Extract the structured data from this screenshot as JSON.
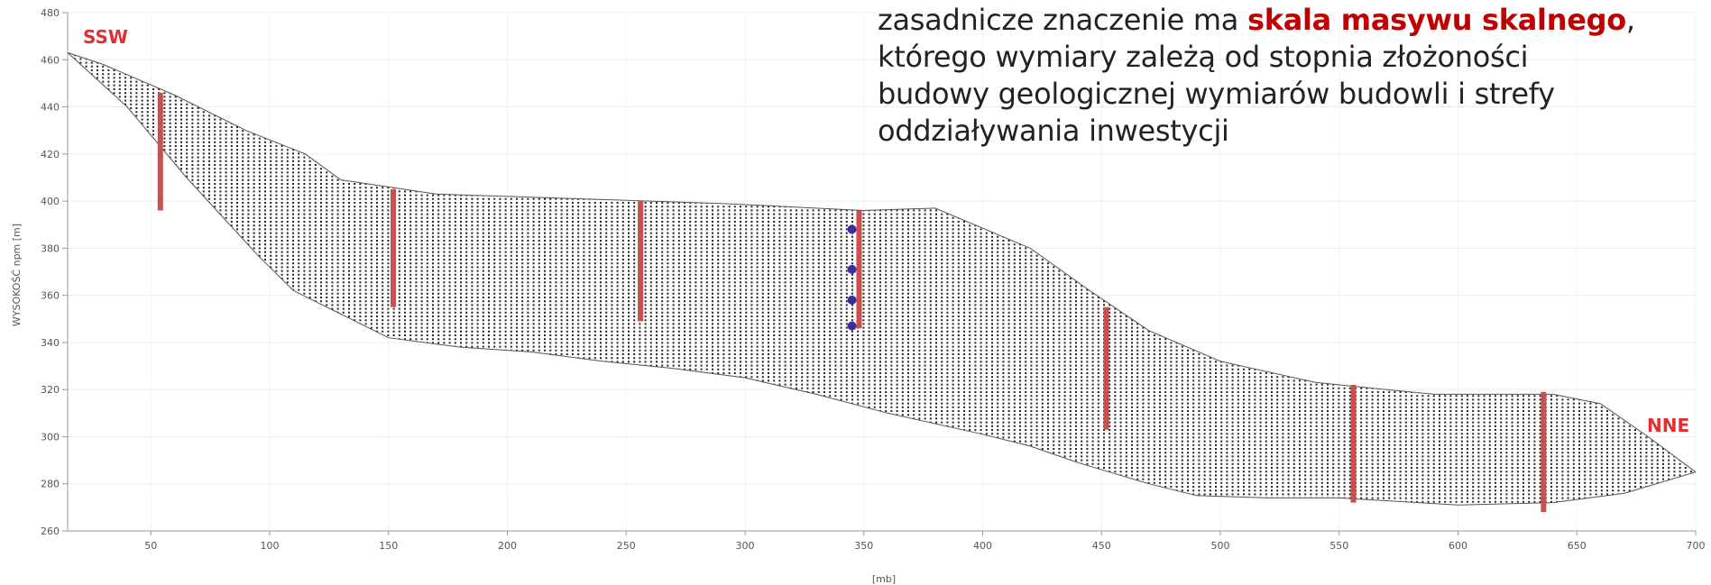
{
  "note": {
    "line1_before": "zasadnicze znaczenie ma ",
    "line1_highlight": "skala masywu skalnego",
    "line1_after": ",",
    "line2": "którego wymiary zależą  od stopnia złożoności",
    "line3": "budowy geologicznej wymiarów budowli i strefy",
    "line4": "oddziaływania inwestycji",
    "highlight_color": "#c00000"
  },
  "chart_data": {
    "type": "area",
    "xlabel": "[mb]",
    "ylabel": "WYSOKOŚĆ npm [m]",
    "xlim": [
      15,
      700
    ],
    "ylim": [
      260,
      480
    ],
    "xticks": [
      50,
      100,
      150,
      200,
      250,
      300,
      350,
      400,
      450,
      500,
      550,
      600,
      650,
      700
    ],
    "yticks": [
      260,
      280,
      300,
      320,
      340,
      360,
      380,
      400,
      420,
      440,
      460,
      480
    ],
    "grid": true,
    "left_label": "SSW",
    "right_label": "NNE",
    "label_color": "#e03030",
    "upper_boundary": [
      [
        15,
        463
      ],
      [
        30,
        458
      ],
      [
        60,
        445
      ],
      [
        90,
        430
      ],
      [
        115,
        420
      ],
      [
        130,
        409
      ],
      [
        150,
        406
      ],
      [
        170,
        403
      ],
      [
        200,
        402
      ],
      [
        230,
        401
      ],
      [
        260,
        400
      ],
      [
        290,
        399
      ],
      [
        310,
        398
      ],
      [
        350,
        396
      ],
      [
        380,
        397
      ],
      [
        420,
        380
      ],
      [
        445,
        362
      ],
      [
        470,
        345
      ],
      [
        500,
        332
      ],
      [
        540,
        323
      ],
      [
        570,
        320
      ],
      [
        590,
        318
      ],
      [
        610,
        318
      ],
      [
        640,
        318
      ],
      [
        660,
        314
      ],
      [
        680,
        300
      ],
      [
        700,
        285
      ]
    ],
    "lower_boundary": [
      [
        15,
        463
      ],
      [
        40,
        440
      ],
      [
        65,
        410
      ],
      [
        95,
        377
      ],
      [
        110,
        362
      ],
      [
        130,
        352
      ],
      [
        150,
        342
      ],
      [
        180,
        338
      ],
      [
        210,
        336
      ],
      [
        240,
        332
      ],
      [
        270,
        329
      ],
      [
        300,
        325
      ],
      [
        330,
        318
      ],
      [
        360,
        310
      ],
      [
        400,
        301
      ],
      [
        420,
        296
      ],
      [
        440,
        289
      ],
      [
        470,
        280
      ],
      [
        490,
        275
      ],
      [
        520,
        274
      ],
      [
        550,
        274
      ],
      [
        600,
        271
      ],
      [
        640,
        272
      ],
      [
        670,
        276
      ],
      [
        700,
        285
      ]
    ],
    "boreholes": [
      {
        "x": 54,
        "top": 446,
        "bottom": 396
      },
      {
        "x": 152,
        "top": 405,
        "bottom": 355
      },
      {
        "x": 256,
        "top": 400,
        "bottom": 349
      },
      {
        "x": 348,
        "top": 396,
        "bottom": 346
      },
      {
        "x": 452,
        "top": 355,
        "bottom": 303
      },
      {
        "x": 556,
        "top": 322,
        "bottom": 272
      },
      {
        "x": 636,
        "top": 319,
        "bottom": 268
      }
    ],
    "sample_points": [
      {
        "x": 345,
        "y": 388
      },
      {
        "x": 345,
        "y": 371
      },
      {
        "x": 345,
        "y": 358
      },
      {
        "x": 345,
        "y": 347
      }
    ],
    "borehole_color": "#c8504d",
    "point_color": "#3a2fa0"
  }
}
